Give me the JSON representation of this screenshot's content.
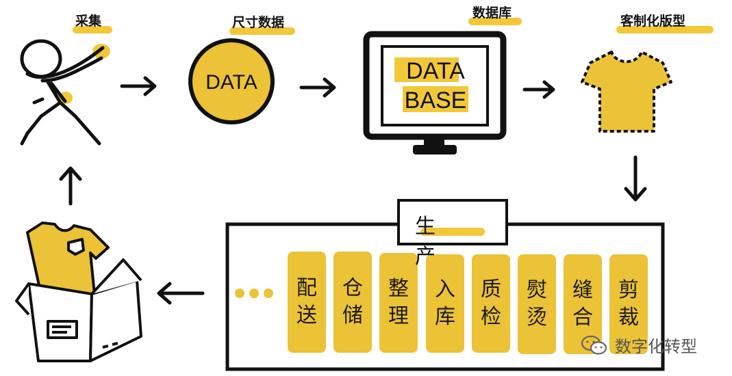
{
  "stages": {
    "collect": "采集",
    "size_data": "尺寸数据",
    "database": "数据库",
    "custom_pattern": "客制化版型"
  },
  "data_circle_text": "DATA",
  "monitor_text": {
    "line1": "DATA",
    "line2": "BASE"
  },
  "production": {
    "title": "生 产",
    "steps": [
      {
        "c1": "配",
        "c2": "送"
      },
      {
        "c1": "仓",
        "c2": "储"
      },
      {
        "c1": "整",
        "c2": "理"
      },
      {
        "c1": "入",
        "c2": "库"
      },
      {
        "c1": "质",
        "c2": "检"
      },
      {
        "c1": "熨",
        "c2": "烫"
      },
      {
        "c1": "缝",
        "c2": "合"
      },
      {
        "c1": "剪",
        "c2": "裁"
      }
    ]
  },
  "watermark": "数字化转型",
  "colors": {
    "accent": "#ecc236",
    "ink": "#111111"
  }
}
